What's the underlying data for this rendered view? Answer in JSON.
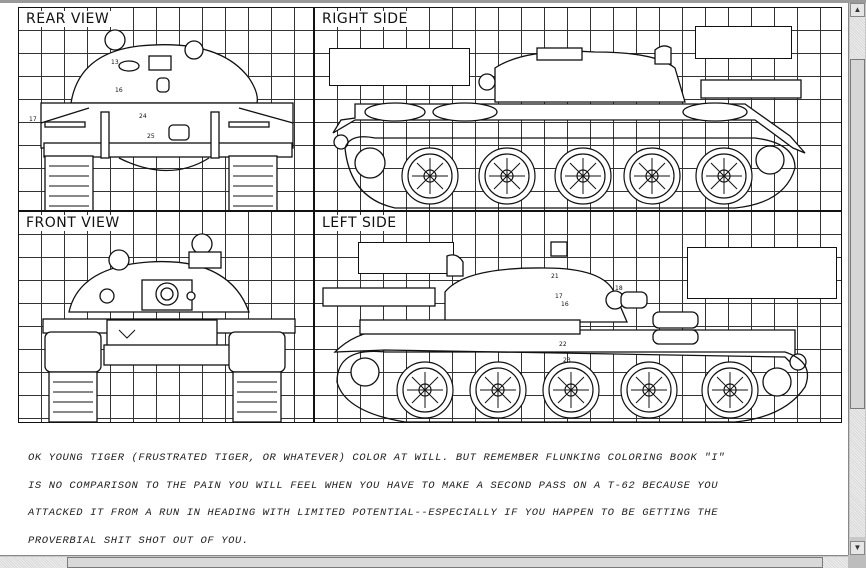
{
  "panels": {
    "rear_view": {
      "label": "REAR VIEW"
    },
    "right_side": {
      "label": "RIGHT SIDE"
    },
    "front_view": {
      "label": "FRONT VIEW"
    },
    "left_side": {
      "label": "LEFT SIDE"
    }
  },
  "drawing_numbers": {
    "rear": [
      "13",
      "16",
      "17",
      "24",
      "25"
    ],
    "left": [
      "17",
      "18",
      "16",
      "21",
      "22",
      "23"
    ]
  },
  "caption": {
    "lines": [
      "OK YOUNG TIGER (FRUSTRATED TIGER, OR WHATEVER) COLOR AT WILL.  BUT REMEMBER FLUNKING COLORING BOOK \"I\"",
      "IS NO COMPARISON TO THE PAIN YOU WILL FEEL WHEN YOU HAVE TO MAKE A SECOND PASS ON A T-62 BECAUSE YOU",
      "ATTACKED IT FROM A RUN IN HEADING WITH LIMITED POTENTIAL--ESPECIALLY IF YOU HAPPEN TO BE GETTING THE",
      "PROVERBIAL  SHIT SHOT OUT OF YOU."
    ]
  },
  "scrollbars": {
    "vertical": {
      "up_arrow": "▲",
      "down_arrow": "▼"
    }
  }
}
